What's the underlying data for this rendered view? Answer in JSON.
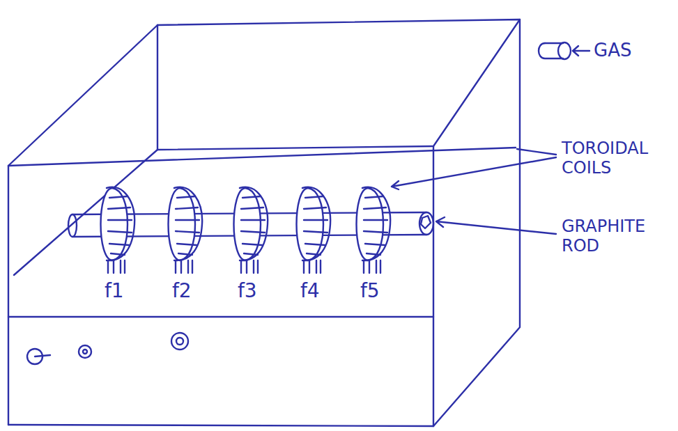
{
  "diagram": {
    "labels": [
      "GAS",
      "TOROIDAL COILS",
      "GRAPHITE ROD",
      "f1",
      "f2",
      "f3",
      "f4",
      "f5"
    ]
  }
}
